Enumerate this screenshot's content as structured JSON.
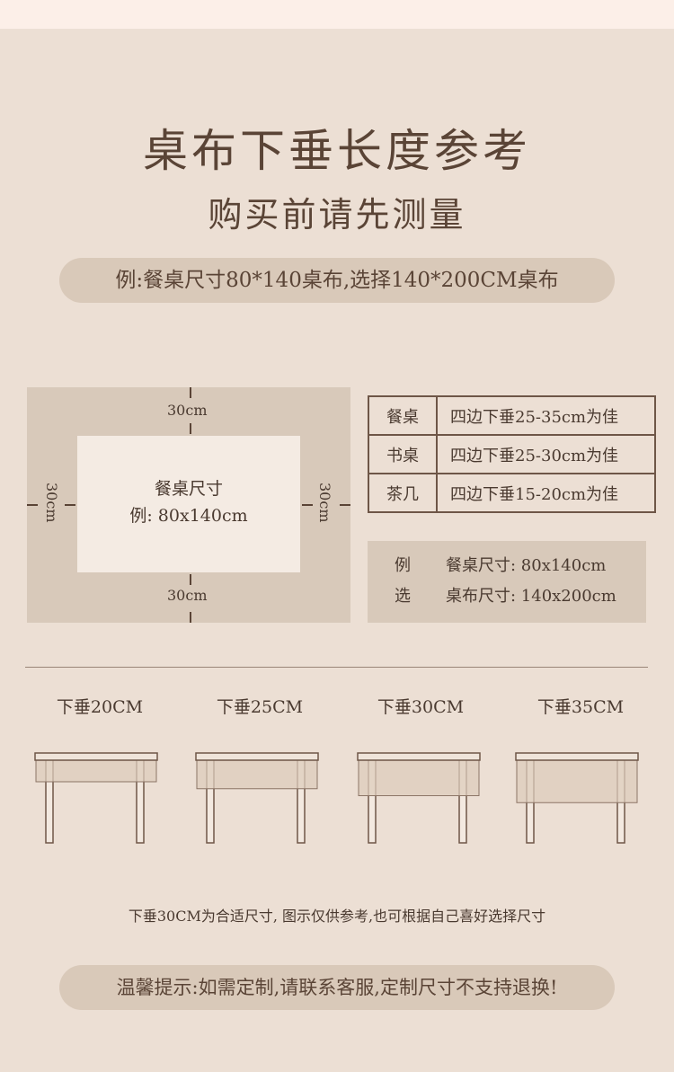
{
  "header": {
    "title": "桌布下垂长度参考",
    "subtitle": "购买前请先测量",
    "example_banner": "例:餐桌尺寸80*140桌布,选择140*200CM桌布"
  },
  "diagram": {
    "top": "30cm",
    "bottom": "30cm",
    "left": "30cm",
    "right": "30cm",
    "center_line1": "餐桌尺寸",
    "center_line2": "例: 80x140cm"
  },
  "spec_table": [
    {
      "type": "餐桌",
      "desc": "四边下垂25-35cm为佳"
    },
    {
      "type": "书桌",
      "desc": "四边下垂25-30cm为佳"
    },
    {
      "type": "茶几",
      "desc": "四边下垂15-20cm为佳"
    }
  ],
  "example_box": [
    {
      "label": "例",
      "text": "餐桌尺寸:  80x140cm"
    },
    {
      "label": "选",
      "text": "桌布尺寸:  140x200cm"
    }
  ],
  "drops": [
    {
      "label": "下垂20CM",
      "drop_cm": 20
    },
    {
      "label": "下垂25CM",
      "drop_cm": 25
    },
    {
      "label": "下垂30CM",
      "drop_cm": 30
    },
    {
      "label": "下垂35CM",
      "drop_cm": 35
    }
  ],
  "note": "下垂30CM为合适尺寸, 图示仅供参考,也可根据自己喜好选择尺寸",
  "footer_tip": "温馨提示:如需定制,请联系客服,定制尺寸不支持退换!",
  "colors": {
    "background": "#ecdfd4",
    "panel": "#d8c9ba",
    "text": "#4a3a30",
    "cloth": "#ddccbc"
  }
}
